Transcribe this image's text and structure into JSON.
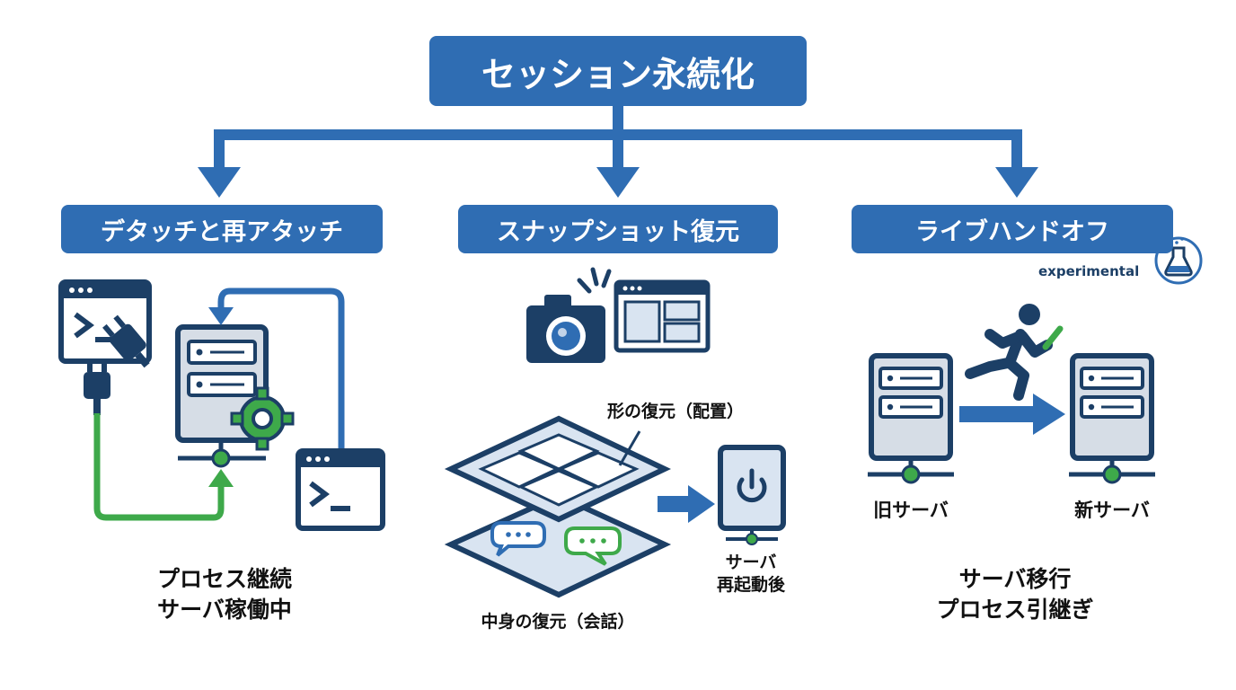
{
  "title": "セッション永続化",
  "columns": [
    {
      "heading": "デタッチと再アタッチ",
      "caption_line1": "プロセス継続",
      "caption_line2": "サーバ稼働中"
    },
    {
      "heading": "スナップショット復元",
      "shape_label": "形の復元（配置）",
      "content_label": "中身の復元（会話）",
      "server_label_line1": "サーバ",
      "server_label_line2": "再起動後"
    },
    {
      "heading": "ライブハンドオフ",
      "badge": "experimental",
      "old_server_label": "旧サーバ",
      "new_server_label": "新サーバ",
      "caption_line1": "サーバ移行",
      "caption_line2": "プロセス引継ぎ"
    }
  ],
  "colors": {
    "primary": "#2f6db3",
    "navy": "#1c3f66",
    "green": "#3ea94a",
    "panel_fill": "#d9e4f1",
    "server_fill": "#d6dde6"
  },
  "icons": [
    "terminal-icon",
    "plug-icon",
    "server-icon",
    "gear-icon",
    "camera-icon",
    "window-icon",
    "power-icon",
    "runner-icon",
    "flask-icon",
    "chat-bubble-icon"
  ]
}
